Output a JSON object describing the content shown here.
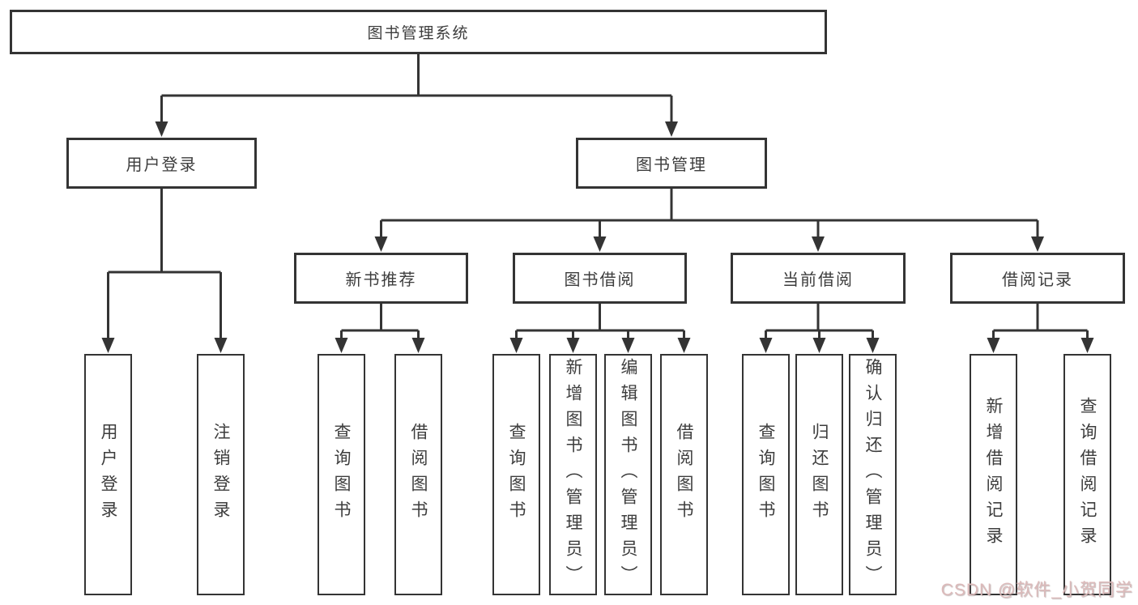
{
  "tree": {
    "root": "图书管理系统",
    "branches": [
      {
        "label": "用户登录",
        "children": [
          "用户登录",
          "注销登录"
        ]
      },
      {
        "label": "图书管理",
        "groups": [
          {
            "label": "新书推荐",
            "children": [
              "查询图书",
              "借阅图书"
            ]
          },
          {
            "label": "图书借阅",
            "children": [
              "查询图书",
              "新增图书（管理员）",
              "编辑图书（管理员）",
              "借阅图书"
            ]
          },
          {
            "label": "当前借阅",
            "children": [
              "查询图书",
              "归还图书",
              "确认归还（管理员）"
            ]
          },
          {
            "label": "借阅记录",
            "children": [
              "新增借阅记录",
              "查询借阅记录"
            ]
          }
        ]
      }
    ]
  },
  "watermark": "CSDN @软件_小贺同学",
  "colors": {
    "line": "#343434",
    "box_border": "#343434",
    "text": "#3d3d3d",
    "watermark": "#dcbaba",
    "background": "#ffffff"
  }
}
